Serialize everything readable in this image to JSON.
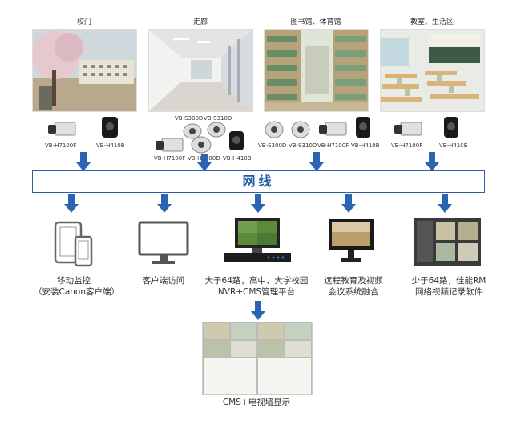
{
  "locations": [
    {
      "label": "校门"
    },
    {
      "label": "走廊"
    },
    {
      "label": "图书馆、体育馆"
    },
    {
      "label": "教室、生活区"
    }
  ],
  "cameras": {
    "gate": [
      "VB-H7100F",
      "VB-H410B"
    ],
    "corridor": [
      "VB-S300D",
      "VB-S310D",
      "VB-H7100F",
      "VB-H6100D",
      "VB-H410B"
    ],
    "library": [
      "VB-S300D",
      "VB-S310D",
      "VB-H7100F",
      "VB-H410B"
    ],
    "classroom": [
      "VB-H7100F",
      "VB-H410B"
    ]
  },
  "network_label": "网线",
  "devices": [
    {
      "line1": "移动监控",
      "line2": "（安装Canon客户端）"
    },
    {
      "line1": "客户端访问",
      "line2": ""
    },
    {
      "line1": "大于64路，高中、大学校园",
      "line2": "NVR+CMS管理平台"
    },
    {
      "line1": "远程教育及视频",
      "line2": "会议系统融合"
    },
    {
      "line1": "少于64路，佳能RM",
      "line2": "网络视频记录软件"
    }
  ],
  "video_wall_label": "CMS+电视墙显示",
  "colors": {
    "accent": "#1f5aa6",
    "arrow": "#2a64b3"
  }
}
